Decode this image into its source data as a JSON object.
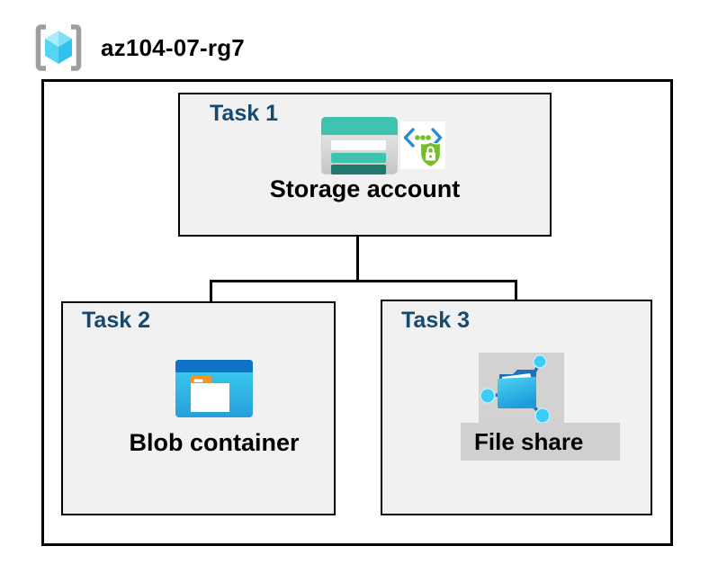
{
  "header": {
    "resource_group_name": "az104-07-rg7",
    "resource_group_icon": "resource-group-icon"
  },
  "tasks": [
    {
      "label": "Task 1",
      "resource": "Storage account",
      "icons": [
        "storage-account-icon",
        "secure-endpoint-icon"
      ]
    },
    {
      "label": "Task 2",
      "resource": "Blob container",
      "icons": [
        "blob-container-icon"
      ]
    },
    {
      "label": "Task 3",
      "resource": "File share",
      "icons": [
        "file-share-icon"
      ]
    }
  ],
  "connections": [
    {
      "from": "Storage account",
      "to": "Blob container"
    },
    {
      "from": "Storage account",
      "to": "File share"
    }
  ],
  "colors": {
    "task_label": "#174A6E",
    "box_fill": "#F1F1F1",
    "border": "#000000",
    "storage_teal": "#3EC3AF",
    "storage_teal_dark": "#20796C",
    "blob_band_blue": "#1173C8",
    "blob_cyan_top": "#3BD2F2",
    "blob_cyan_bottom": "#279FDC",
    "folder_tab_orange": "#F7941E",
    "share_node_cyan": "#3BCDF5",
    "share_line_blue": "#1B70C0",
    "shield_green": "#76BC2D",
    "chevron_blue": "#2989D8",
    "rg_bracket_gray": "#9E9E9E",
    "label_bg_gray": "#D0D0D0"
  }
}
